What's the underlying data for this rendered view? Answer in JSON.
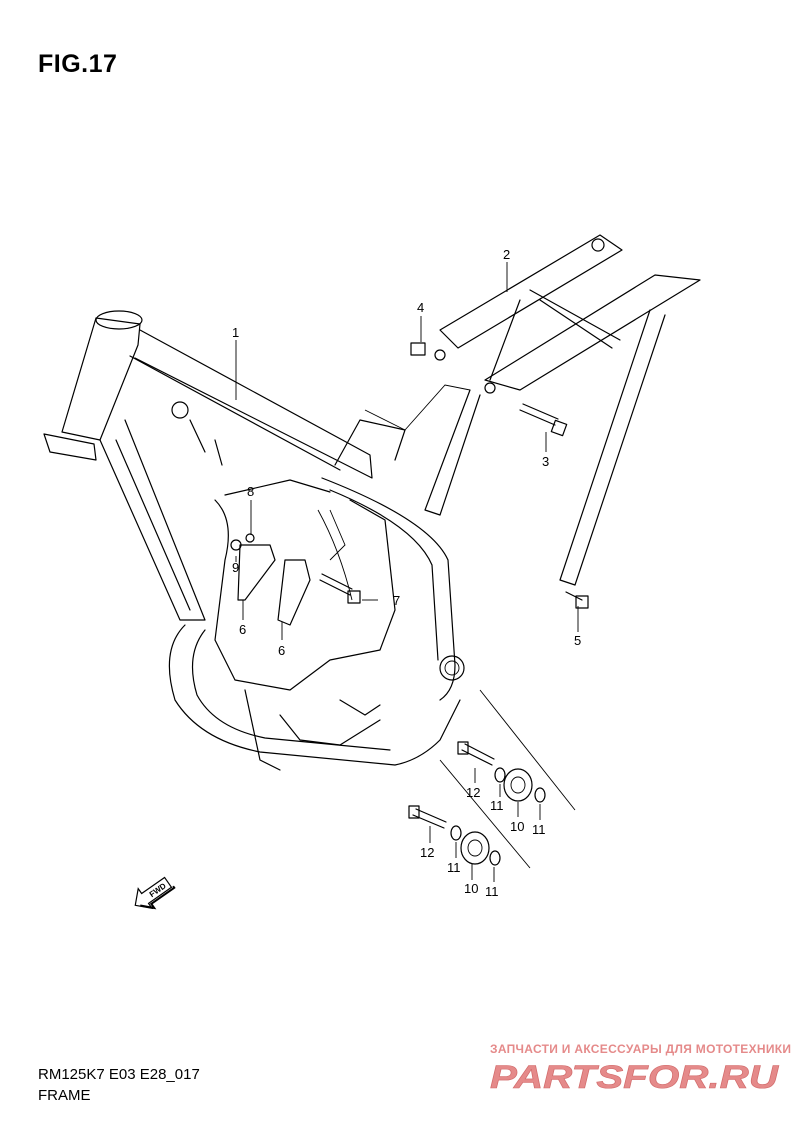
{
  "figure": {
    "title": "FIG.17",
    "model_code": "RM125K7 E03 E28_017",
    "section_name": "FRAME"
  },
  "callouts": [
    {
      "id": "c1",
      "label": "1"
    },
    {
      "id": "c2",
      "label": "2"
    },
    {
      "id": "c3",
      "label": "3"
    },
    {
      "id": "c4",
      "label": "4"
    },
    {
      "id": "c5",
      "label": "5"
    },
    {
      "id": "c6a",
      "label": "6"
    },
    {
      "id": "c6b",
      "label": "6"
    },
    {
      "id": "c7",
      "label": "7"
    },
    {
      "id": "c8",
      "label": "8"
    },
    {
      "id": "c9",
      "label": "9"
    },
    {
      "id": "c10a",
      "label": "10"
    },
    {
      "id": "c10b",
      "label": "10"
    },
    {
      "id": "c11a",
      "label": "11"
    },
    {
      "id": "c11b",
      "label": "11"
    },
    {
      "id": "c11c",
      "label": "11"
    },
    {
      "id": "c11d",
      "label": "11"
    },
    {
      "id": "c12a",
      "label": "12"
    },
    {
      "id": "c12b",
      "label": "12"
    }
  ],
  "fwd_arrow": {
    "label": "FWD",
    "icon": "fwd-arrow-icon"
  },
  "watermark": {
    "caption": "ЗАПЧАСТИ И АКСЕССУАРЫ ДЛЯ МОТОТЕХНИКИ",
    "logo_text": "PARTSFOR.RU",
    "color": "#e58a8a"
  }
}
